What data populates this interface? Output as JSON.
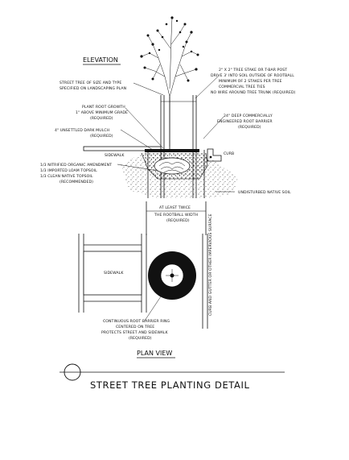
{
  "headings": {
    "elevation": "ELEVATION",
    "plan_view": "PLAN VIEW",
    "title": "STREET TREE PLANTING DETAIL"
  },
  "elevation_labels": {
    "tree_spec": [
      "STREET TREE OF SIZE AND TYPE",
      "SPECIFIED ON LANDSCAPING PLAN"
    ],
    "plant_root": [
      "PLANT ROOT GROWTH",
      "1\" ABOVE MINIMUM GRADE",
      "(REQUIRED)"
    ],
    "mulch": [
      "4\" UNSETTLED DARK MULCH",
      "(REQUIRED)"
    ],
    "sidewalk": "SIDEWALK",
    "soil_mix": [
      "1/3 NITRIFIED ORGANIC AMENDMENT",
      "1/3 IMPORTED LOAM TOPSOIL",
      "1/3 CLEAN NATIVE TOPSOIL",
      "(RECOMMENDED)"
    ],
    "stake": [
      "2\" X 2\" TREE STAKE OR T-BAR POST",
      "DRIVE 3' INTO SOIL OUTSIDE OF ROOTBALL",
      "MINIMUM OF 2 STAKES PER TREE",
      "COMMERCIAL TREE TIES",
      "NO WIRE AROUND TREE TRUNK (REQUIRED)"
    ],
    "root_barrier": [
      "24\" DEEP COMMERCIALLY",
      "ENGINEERED ROOT BARRIER",
      "(REQUIRED)"
    ],
    "curb": "CURB",
    "native_soil": "UNDISTURBED NATIVE SOIL",
    "width": [
      "AT LEAST TWICE",
      "THE ROOTBALL WIDTH",
      "(REQUIRED)"
    ]
  },
  "plan_labels": {
    "sidewalk": "SIDEWALK",
    "curb_vertical": "CURB AND GUTTER OR OTHER IMPERVIOUS SURFACE",
    "root_ring": [
      "CONTINUOUS ROOT BARRIER RING",
      "CENTERED ON TREE",
      "PROTECTS STREET AND SIDEWALK",
      "(REQUIRED)"
    ]
  }
}
